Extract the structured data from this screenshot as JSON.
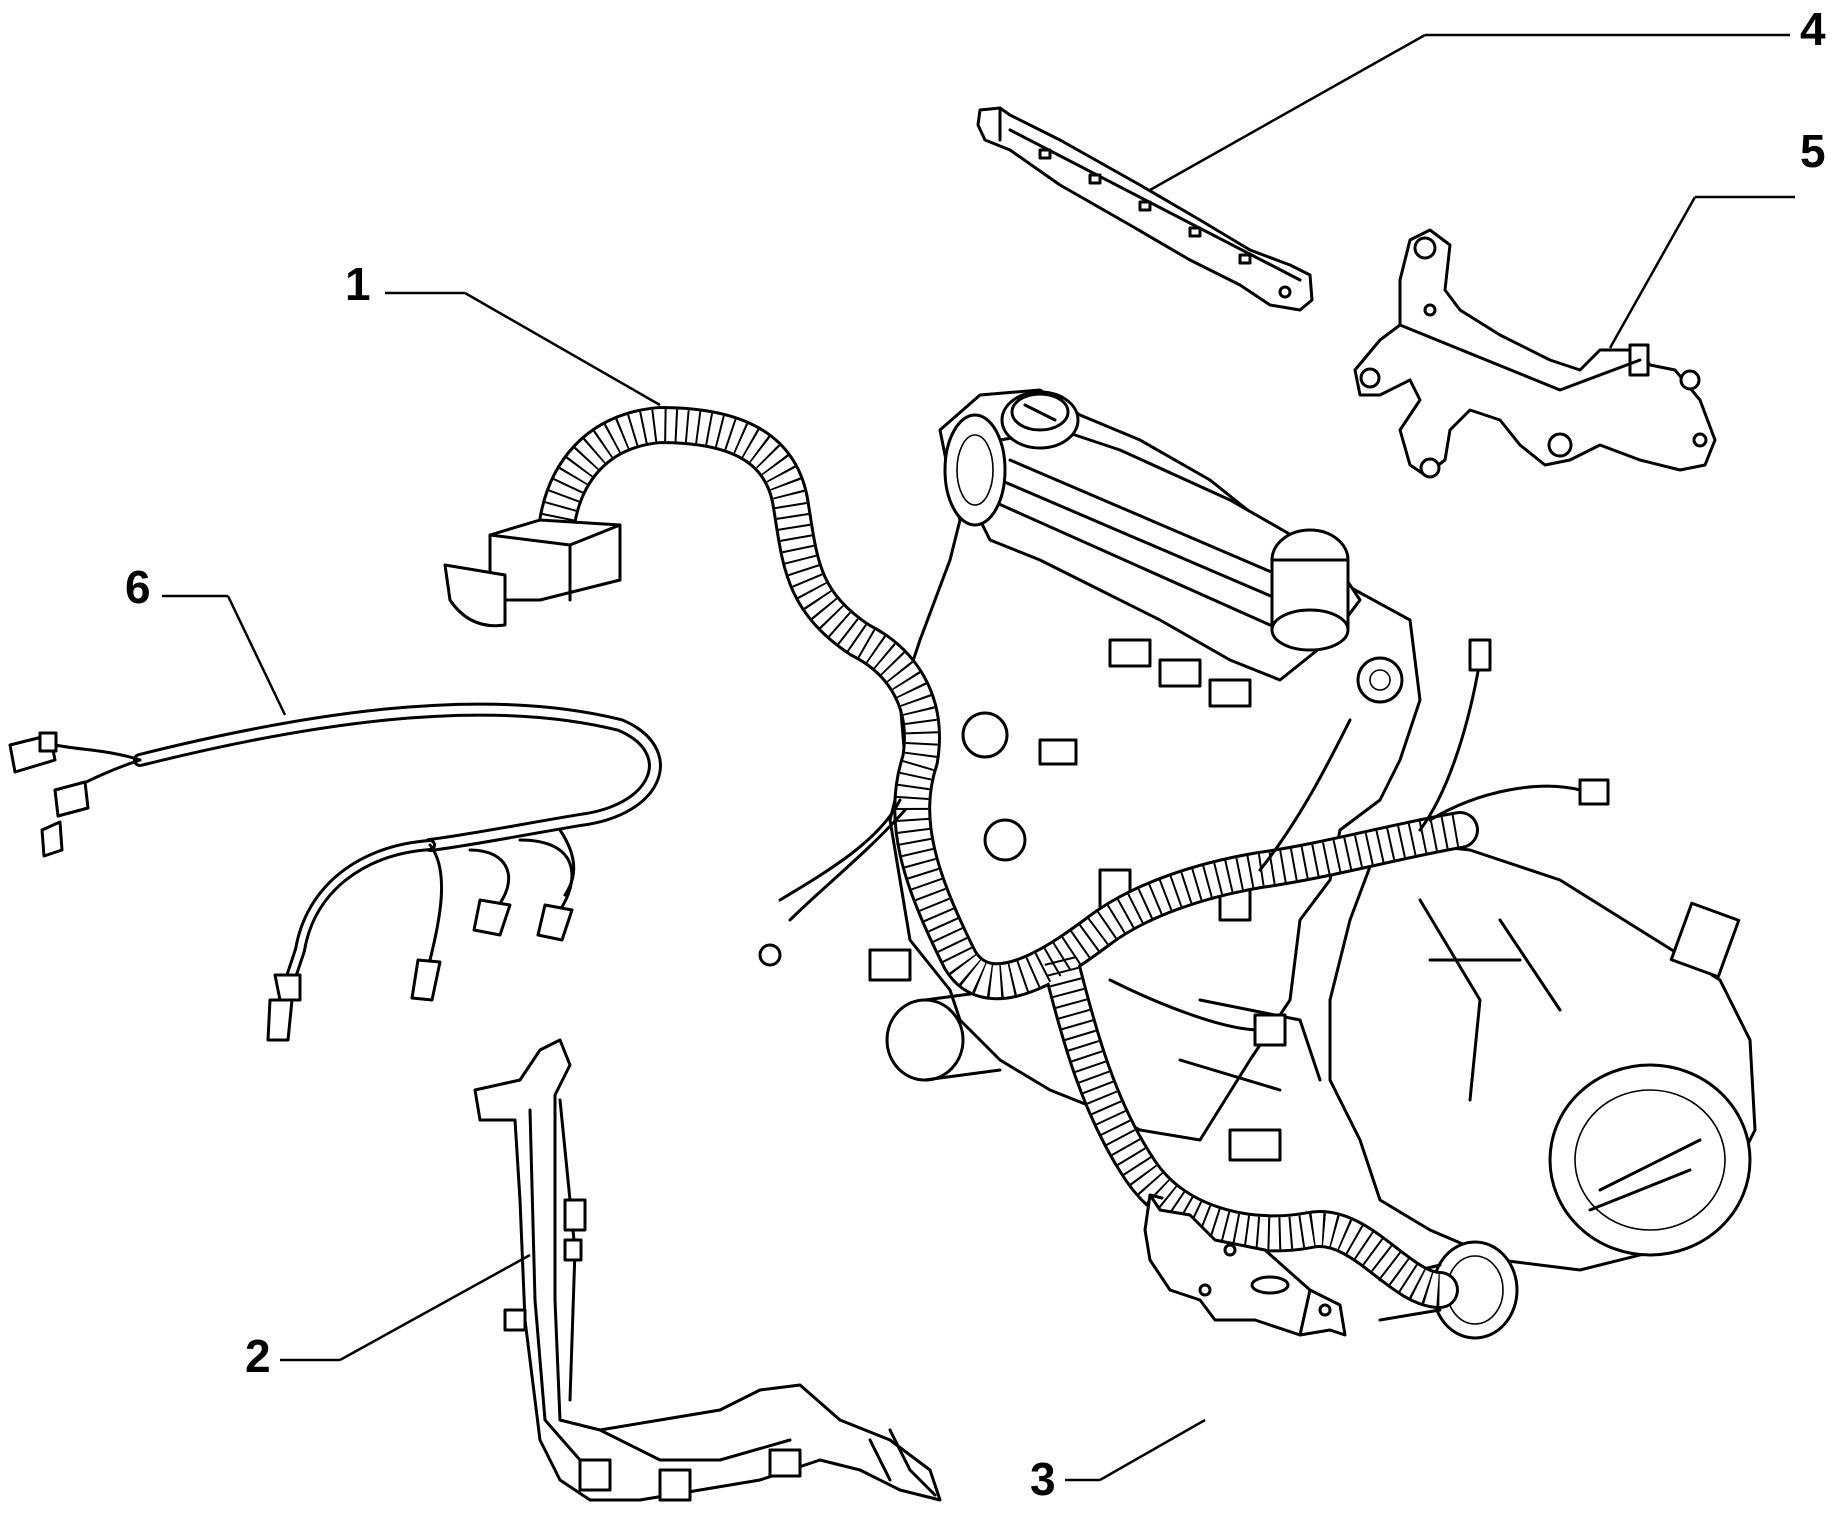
{
  "diagram": {
    "callouts": [
      {
        "id": "1",
        "label": "1",
        "part": "engine-wiring-harness"
      },
      {
        "id": "2",
        "label": "2",
        "part": "lower-harness-bracket"
      },
      {
        "id": "3",
        "label": "3",
        "part": "small-mounting-bracket"
      },
      {
        "id": "4",
        "label": "4",
        "part": "harness-support-rail"
      },
      {
        "id": "5",
        "label": "5",
        "part": "engine-mount-bracket"
      },
      {
        "id": "6",
        "label": "6",
        "part": "auxiliary-wiring-harness"
      }
    ]
  }
}
